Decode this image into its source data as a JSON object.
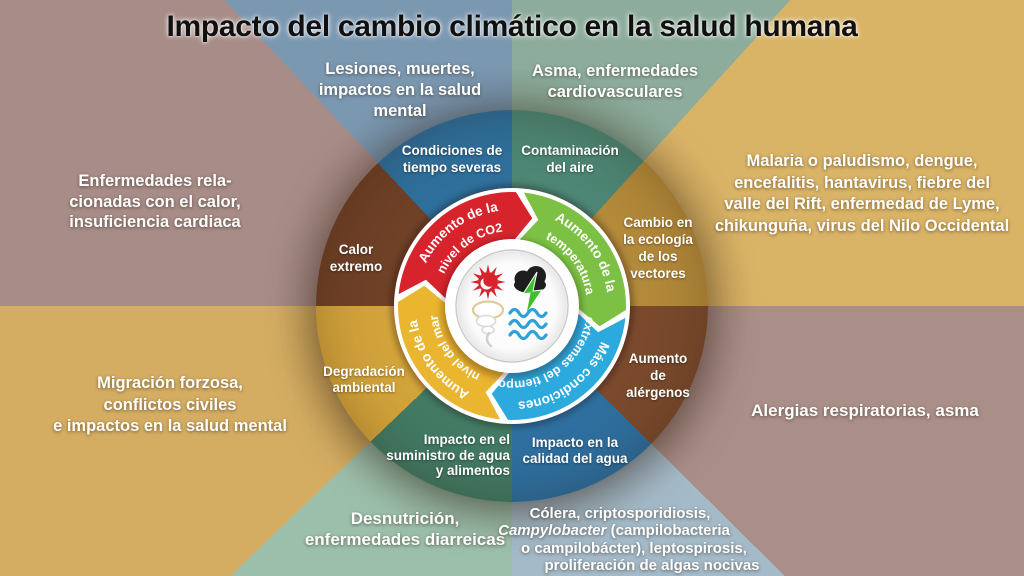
{
  "title": "Impacto del cambio climático en la salud humana",
  "palette": {
    "background": {
      "nne": "#8dac9b",
      "ene": "#d9b366",
      "ese": "#aa8f89",
      "sse": "#a4bac8",
      "ssw": "#9cbfab",
      "wsw": "#d4ad62",
      "wnw": "#a78c87",
      "nw": "#7b98b1"
    },
    "sectors": {
      "nne": "#4d8674",
      "ene": "#b3893a",
      "ese": "#7b4a2d",
      "sse": "#2e6f9f",
      "ssw": "#427a64",
      "wsw": "#d3a33b",
      "wnw": "#6f4127",
      "nw": "#2f6f9b"
    },
    "arrows": {
      "red": "#d7242c",
      "green": "#7cc144",
      "blue": "#2caade",
      "yellow": "#eab52f"
    },
    "icon_colors": {
      "sun": "#d7242c",
      "cloud": "#1e1e1e",
      "bolt": "#3fbe2e",
      "waves": "#2ea2d8",
      "tornado_outline": "#dfcc96"
    }
  },
  "outer_labels": {
    "lesiones": {
      "lines": [
        "Lesiones, muertes,",
        "impactos en la salud",
        "mental"
      ]
    },
    "asma": {
      "lines": [
        "Asma, enfermedades",
        "cardiovasculares"
      ]
    },
    "malaria": {
      "lines": [
        "Malaria o paludismo, dengue,",
        "encefalitis, hantavirus, fiebre del",
        "valle del Rift,  enfermedad de Lyme,",
        "chikunguña, virus del Nilo Occidental"
      ]
    },
    "alergias": {
      "lines": [
        "Alergias respiratorias, asma"
      ]
    },
    "enfermedades_calor": {
      "lines": [
        "Enfermedades rela-",
        "cionadas con el calor,",
        "insuficiencia cardiaca"
      ]
    },
    "migracion": {
      "lines": [
        "Migración forzosa,",
        "conflictos civiles",
        "e impactos  en la salud mental"
      ]
    },
    "desnutricion": {
      "lines": [
        "Desnutrición,",
        "enfermedades diarreicas"
      ]
    },
    "colera": {
      "lines": [
        "Cólera, criptosporidiosis,",
        "*Campylobacter* (campilobacteria",
        "o campilobácter), leptospirosis,",
        "proliferación de algas nocivas"
      ]
    }
  },
  "sector_labels": {
    "condiciones": {
      "lines": [
        "Condiciones de",
        "tiempo severas"
      ]
    },
    "contaminacion": {
      "lines": [
        "Contaminación",
        "del aire"
      ]
    },
    "cambio": {
      "lines": [
        "Cambio en",
        "la ecología",
        "de los",
        "vectores"
      ]
    },
    "alergenos": {
      "lines": [
        "Aumento",
        "de",
        "alérgenos"
      ]
    },
    "calidad": {
      "lines": [
        "Impacto en la",
        "calidad del agua"
      ]
    },
    "suministro": {
      "lines": [
        "Impacto en el",
        "suministro de agua",
        "y alimentos"
      ]
    },
    "degradacion": {
      "lines": [
        "Degradación",
        "ambiental"
      ]
    },
    "calor": {
      "lines": [
        "Calor",
        "extremo"
      ]
    }
  },
  "cycle": {
    "segments": [
      {
        "id": "co2",
        "color_key": "red",
        "label_outer": "Aumento de la",
        "label_inner": "nivel de CO2"
      },
      {
        "id": "temperatura",
        "color_key": "green",
        "label_outer": "Aumento de la",
        "label_inner": "temperatura"
      },
      {
        "id": "tiempo",
        "color_key": "blue",
        "label_outer": "Más condiciones",
        "label_inner": "extremas del tiempo"
      },
      {
        "id": "mar",
        "color_key": "yellow",
        "label_outer": "Aumento de la",
        "label_inner": "nivel del mar"
      }
    ],
    "icons": [
      "sun-icon",
      "storm-cloud-lightning-icon",
      "tornado-icon",
      "water-waves-icon"
    ]
  }
}
